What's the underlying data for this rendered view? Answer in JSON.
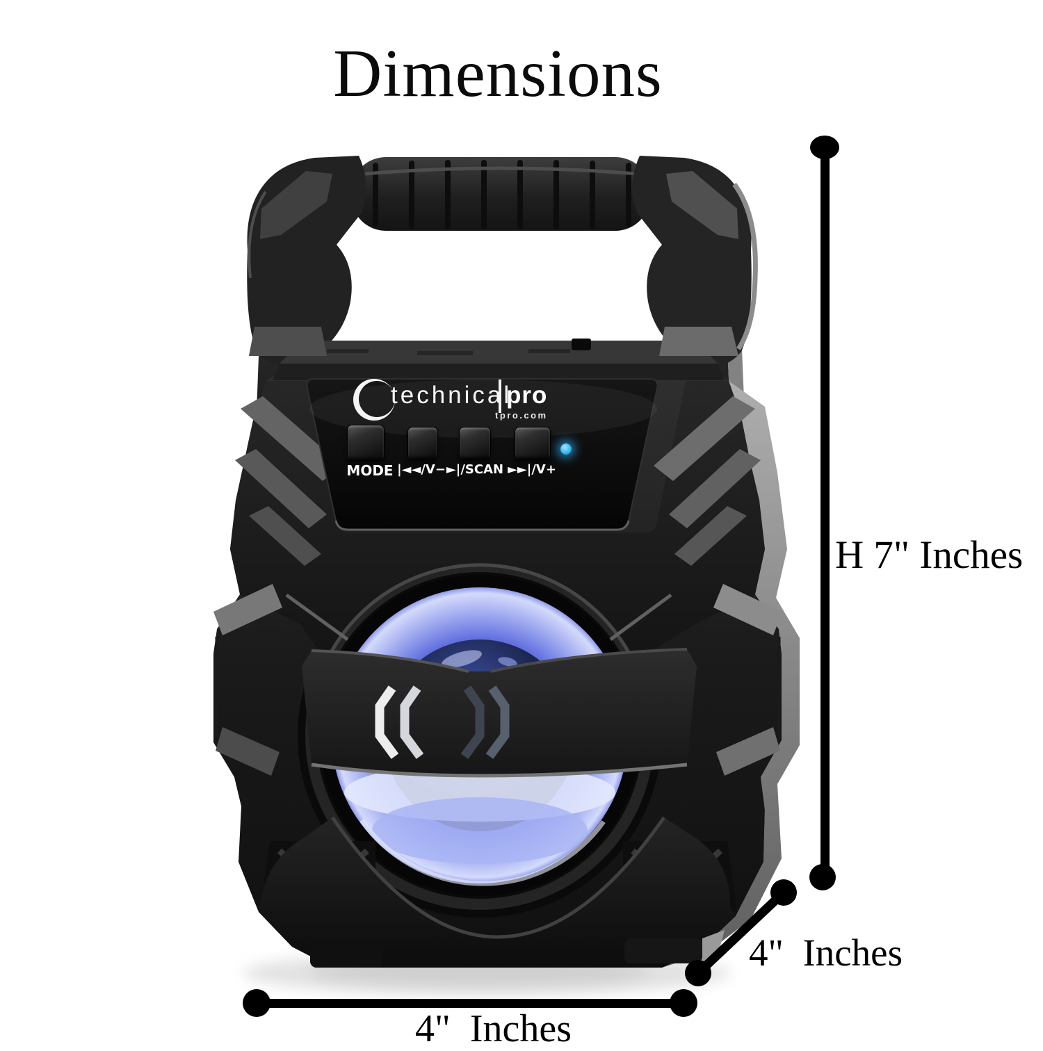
{
  "title": "Dimensions",
  "speaker": {
    "logo": {
      "main": "technical",
      "bold": "pro",
      "site": "tpro.com"
    },
    "buttons": [
      "MODE",
      "|◄◄/V−",
      "►|/SCAN",
      "►►|/V+"
    ],
    "led_color": "#2fb3ef",
    "glow_color": "#5b6ade",
    "body_color": "#1a1a1a",
    "annotation_color": "#000000"
  },
  "dimensions": {
    "height_label": "H 7\" Inches",
    "depth_label": "4\"  Inches",
    "width_label": "4\"  Inches"
  }
}
